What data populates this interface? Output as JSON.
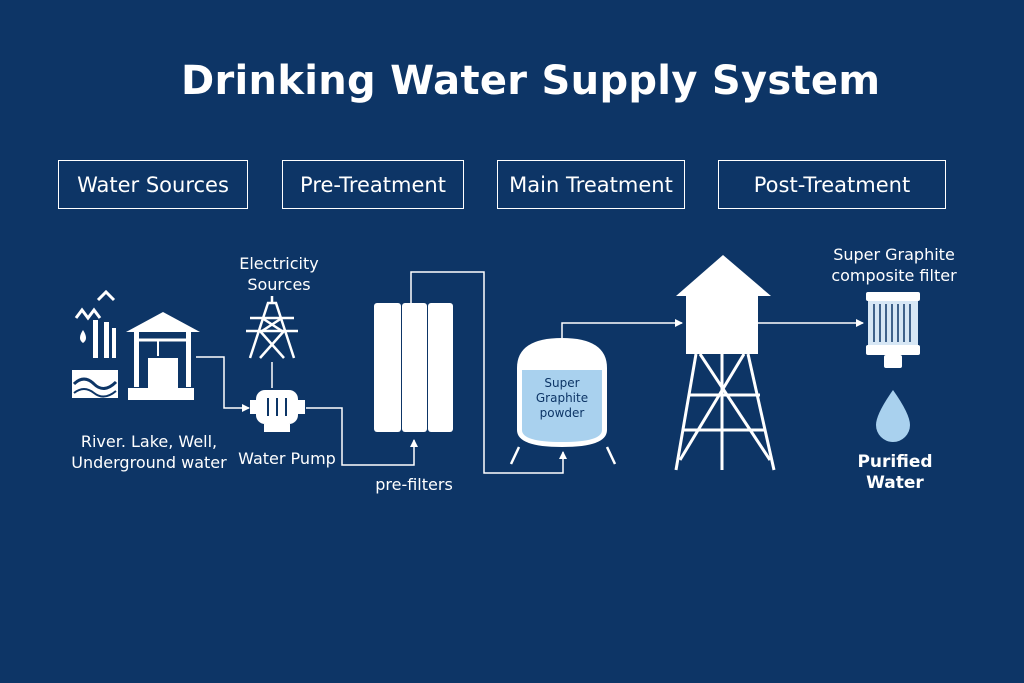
{
  "title": "Drinking Water Supply System",
  "stages": [
    "Water Sources",
    "Pre-Treatment",
    "Main Treatment",
    "Post-Treatment"
  ],
  "labels": {
    "sources_line1": "River. Lake, Well,",
    "sources_line2": "Underground water",
    "electricity_line1": "Electricity",
    "electricity_line2": "Sources",
    "pump": "Water Pump",
    "prefilters": "pre-filters",
    "tank_line1": "Super",
    "tank_line2": "Graphite",
    "tank_line3": "powder",
    "filter_line1": "Super Graphite",
    "filter_line2": "composite filter",
    "purified_line1": "Purified",
    "purified_line2": "Water"
  },
  "colors": {
    "background": "#0d3566",
    "line": "#ffffff",
    "tank_fill": "#a9d1ee",
    "drop": "#a9d1ee"
  },
  "icons": [
    "water-sources-icon",
    "well-icon",
    "transmission-tower-icon",
    "water-pump-icon",
    "pre-filter-icon",
    "graphite-tank-icon",
    "water-tower-icon",
    "composite-filter-icon",
    "water-drop-icon"
  ]
}
